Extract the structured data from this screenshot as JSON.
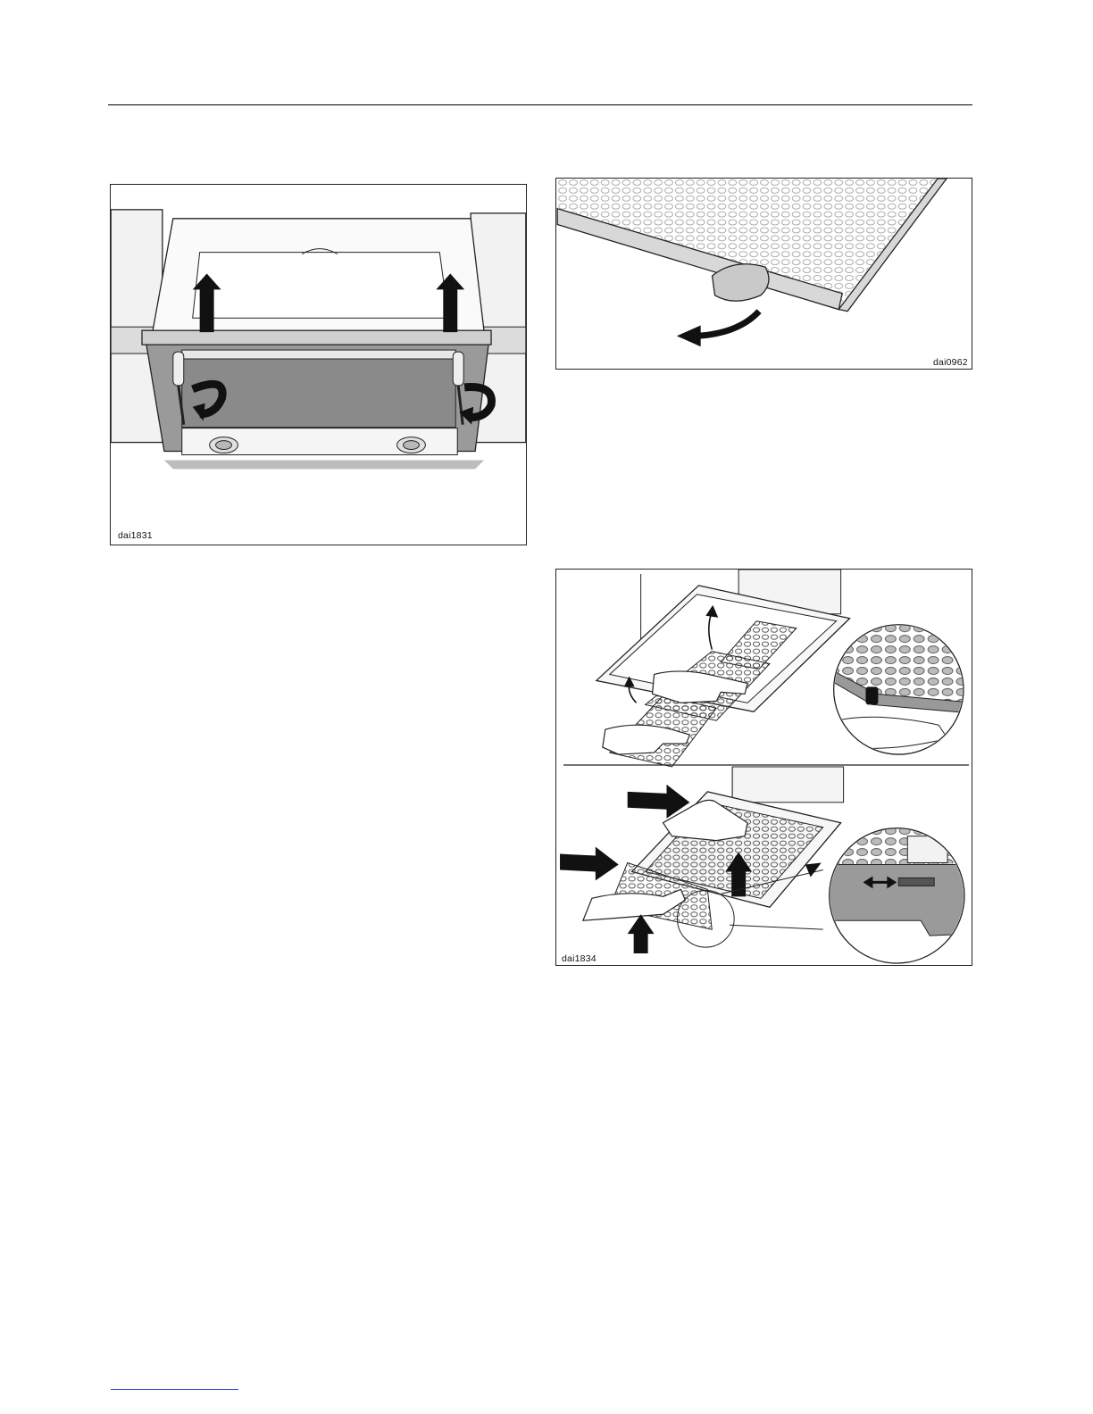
{
  "figures": {
    "hood_screws": {
      "code": "dai1831",
      "icons": [
        "arrow-up-icon",
        "screwdriver-icon",
        "rotate-arrow-icon"
      ]
    },
    "filter_clip": {
      "code": "dai0962",
      "icons": [
        "curved-arrow-icon"
      ]
    },
    "filter_insert": {
      "code": "dai1834",
      "icons": [
        "hand-icon",
        "arrow-right-icon",
        "arrow-up-icon",
        "magnifier-circle-icon"
      ]
    }
  },
  "colors": {
    "ink": "#111111",
    "panel_gray": "#8a8a8a",
    "light_gray": "#d8d8d8",
    "link_blue": "#2a4bd6"
  }
}
